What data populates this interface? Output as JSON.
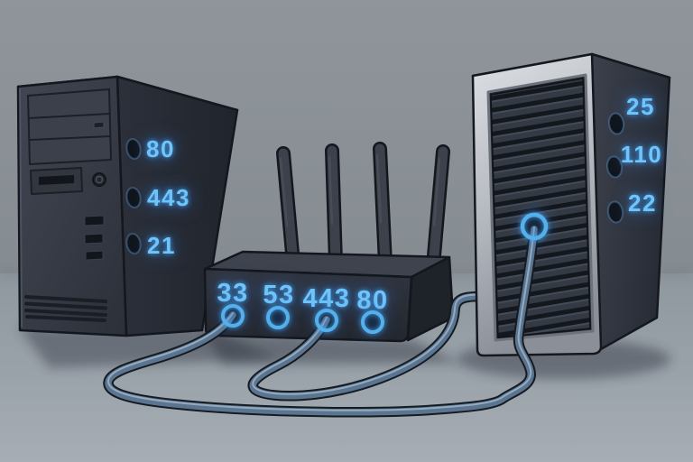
{
  "scene": {
    "description": "Illustration of three network devices on a gray floor connected by cables, each showing glowing network port numbers",
    "colors": {
      "wall": "#878e94",
      "floor": "#99a1a9",
      "glow_blue": "#6fc4f9",
      "port_ring_blue": "#54b0ec",
      "cable": "#5b7590",
      "device_dark": "#31353f",
      "server_silver": "#c3c7cd"
    }
  },
  "desktop_tower": {
    "side_ports": [
      {
        "number": "80"
      },
      {
        "number": "443"
      },
      {
        "number": "21"
      }
    ]
  },
  "router": {
    "antenna_count": 4,
    "front_ports": [
      {
        "number": "33",
        "cable_plugged": true
      },
      {
        "number": "53",
        "cable_plugged": false
      },
      {
        "number": "443",
        "cable_plugged": true
      },
      {
        "number": "80",
        "cable_plugged": false
      }
    ]
  },
  "server_tower": {
    "side_ports": [
      {
        "number": "25"
      },
      {
        "number": "110"
      },
      {
        "number": "22"
      }
    ],
    "front_port": {
      "cable_plugged": true
    }
  }
}
